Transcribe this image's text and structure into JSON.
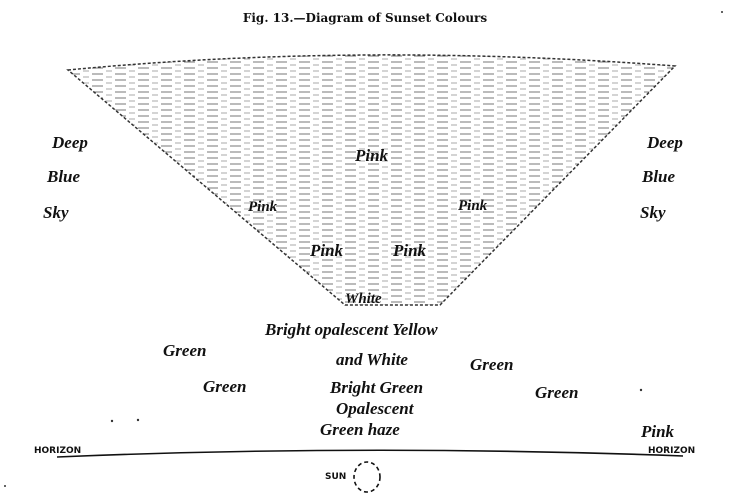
{
  "figure": {
    "title": "Fig. 13.—Diagram of Sunset Colours",
    "left_sky": [
      "Deep",
      "Blue",
      "Sky"
    ],
    "right_sky": [
      "Deep",
      "Blue",
      "Sky"
    ],
    "funnel_labels": {
      "top": "Pink",
      "left": "Pink",
      "right": "Pink",
      "low_left": "Pink",
      "low_right": "Pink",
      "bottom": "White"
    },
    "center_labels": [
      "Bright opalescent Yellow",
      "and White",
      "Bright Green",
      "Opalescent",
      "Green haze"
    ],
    "green_labels": [
      "Green",
      "Green",
      "Green",
      "Green"
    ],
    "right_pink": "Pink",
    "horizon_left": "HORIZON",
    "horizon_right": "HORIZON",
    "sun": "SUN"
  }
}
